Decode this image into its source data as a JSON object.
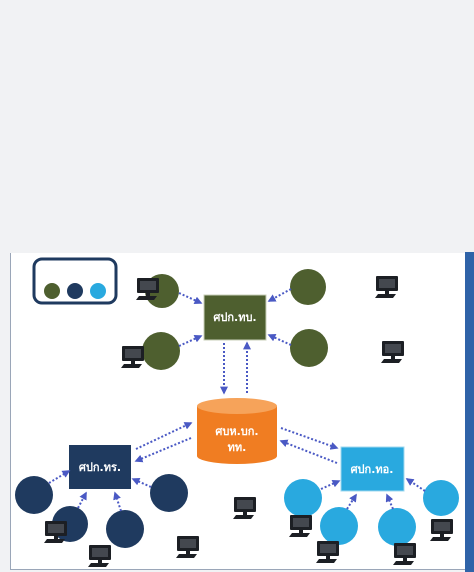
{
  "diagram": {
    "nodes": {
      "top_center": {
        "label": "ศปก.ทบ.",
        "color": "#4e5f2f"
      },
      "database": {
        "label_line1": "ศบห.บก.",
        "label_line2": "ทท.",
        "color": "#f07d22"
      },
      "left": {
        "label": "ศปก.ทร.",
        "color": "#1f3a5f"
      },
      "right": {
        "label": "ศปก.ทอ.",
        "color": "#29a9df"
      }
    },
    "legend": {
      "dot_colors": [
        "#4e5f2f",
        "#1f3a5f",
        "#29a9df"
      ]
    },
    "colors": {
      "arrow": "#4a59c4",
      "monitor": "#1c1f24"
    }
  }
}
